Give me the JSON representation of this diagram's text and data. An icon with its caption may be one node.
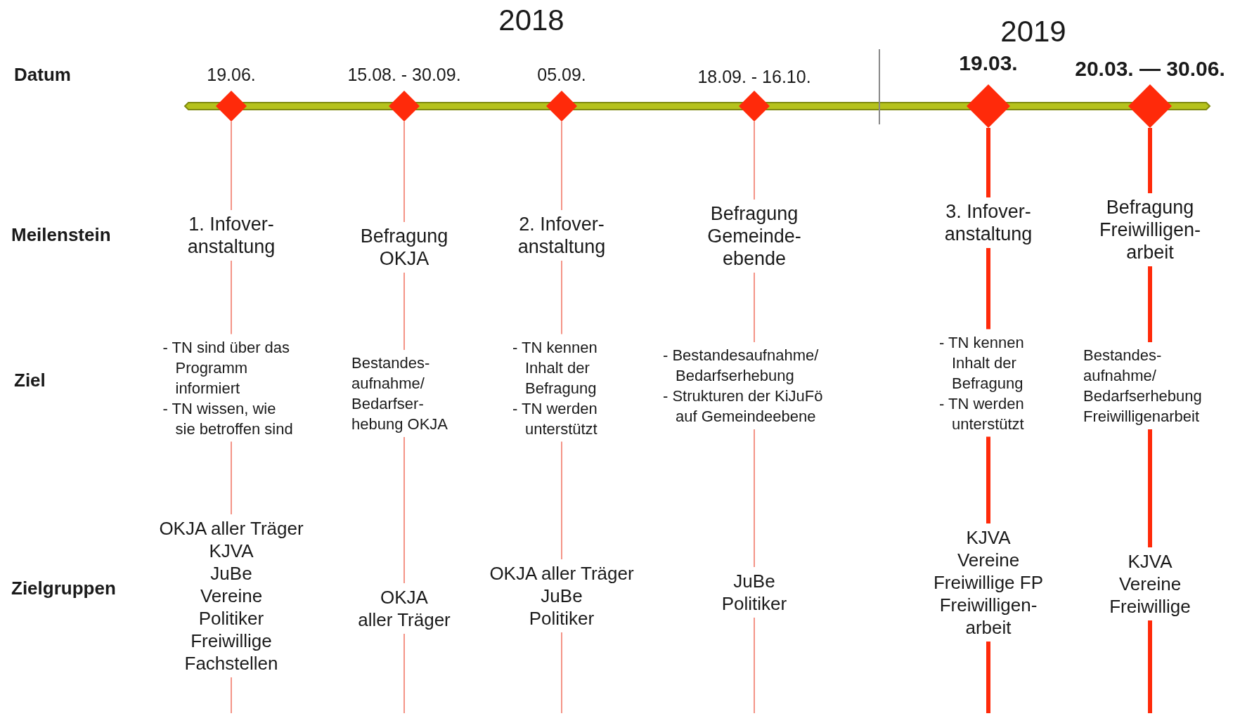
{
  "diagram": {
    "nodes": [
      {
        "text": [],
        "shape": "diamond",
        "beside": [
          "19.06."
        ]
      },
      {
        "text": [
          "1. Infover- anstaltung"
        ]
      },
      {
        "text": [
          "- TN sind über das Programm informiert",
          "- TN wissen, wie sie betroffen sind"
        ]
      },
      {
        "text": [
          "OKJA aller Träger",
          "KJVA",
          "JuBe",
          "Vereine",
          "Politiker",
          "Freiwillige",
          "Fachstellen"
        ]
      },
      {
        "text": [],
        "shape": "diamond",
        "beside": [
          "15.08. - 30.09."
        ]
      },
      {
        "text": [
          "Befragung OKJA"
        ]
      },
      {
        "text": [
          "Bestandes- aufnahme/ Bedarfser- hebung OKJA"
        ]
      },
      {
        "text": [
          "OKJA",
          "aller Träger"
        ]
      },
      {
        "text": [],
        "shape": "diamond",
        "beside": [
          "05.09."
        ]
      },
      {
        "text": [
          "2. Infover- anstaltung"
        ]
      },
      {
        "text": [
          "- TN kennen Inhalt der Befragung",
          "- TN werden unterstützt"
        ]
      },
      {
        "text": [
          "OKJA aller Träger",
          "JuBe",
          "Politiker"
        ]
      },
      {
        "text": [],
        "shape": "diamond",
        "beside": [
          "18.09. - 16.10."
        ]
      },
      {
        "text": [
          "Befragung Gemeinde- ebende"
        ]
      },
      {
        "text": [
          "- Bestandesaufnahme/ Bedarfserhebung",
          "- Strukturen der KiJuFö auf Gemeindeebene"
        ]
      },
      {
        "text": [
          "JuBe",
          "Politiker"
        ]
      },
      {
        "text": [],
        "shape": "diamond",
        "beside": [
          "19.03."
        ]
      },
      {
        "text": [
          "3. Infover- anstaltung"
        ]
      },
      {
        "text": [
          "- TN kennen Inhalt der Befragung",
          "- TN werden unterstützt"
        ]
      },
      {
        "text": [
          "KJVA",
          "Vereine",
          "Freiwillige FP",
          "Freiwilligen- arbeit"
        ]
      },
      {
        "text": [],
        "shape": "diamond",
        "beside": [
          "20.03. — 30.06."
        ]
      },
      {
        "text": [
          "Befragung Freiwilligen- arbeit"
        ]
      },
      {
        "text": [
          "Bestandes- aufnahme/ Bedarfserhebung Freiwilligenarbeit"
        ]
      },
      {
        "text": [
          "KJVA",
          "Vereine",
          "Freiwillige"
        ]
      }
    ],
    "edges": [
      {
        "from": 0,
        "to": 1,
        "arrow": "none"
      },
      {
        "from": 1,
        "to": 2,
        "arrow": "none"
      },
      {
        "from": 2,
        "to": 3,
        "arrow": "none"
      },
      {
        "from": 3,
        "to": null,
        "arrow": "none"
      },
      {
        "from": 4,
        "to": 5,
        "arrow": "none"
      },
      {
        "from": 5,
        "to": 6,
        "arrow": "none"
      },
      {
        "from": 6,
        "to": 7,
        "arrow": "none"
      },
      {
        "from": 7,
        "to": null,
        "arrow": "none"
      },
      {
        "from": 8,
        "to": 9,
        "arrow": "none"
      },
      {
        "from": 9,
        "to": 10,
        "arrow": "none"
      },
      {
        "from": 10,
        "to": 11,
        "arrow": "none"
      },
      {
        "from": 11,
        "to": null,
        "arrow": "none"
      },
      {
        "from": 12,
        "to": 13,
        "arrow": "none"
      },
      {
        "from": 13,
        "to": 14,
        "arrow": "none"
      },
      {
        "from": 14,
        "to": 15,
        "arrow": "none"
      },
      {
        "from": 15,
        "to": null,
        "arrow": "none"
      },
      {
        "from": 16,
        "to": 17,
        "arrow": "none",
        "style": "thick"
      },
      {
        "from": 17,
        "to": 18,
        "arrow": "none",
        "style": "thick"
      },
      {
        "from": 18,
        "to": 19,
        "arrow": "none",
        "style": "thick"
      },
      {
        "from": 19,
        "to": null,
        "arrow": "none",
        "style": "thick"
      },
      {
        "from": 20,
        "to": 21,
        "arrow": "none",
        "style": "thick"
      },
      {
        "from": 21,
        "to": 22,
        "arrow": "none",
        "style": "thick"
      },
      {
        "from": 22,
        "to": 23,
        "arrow": "none",
        "style": "thick"
      },
      {
        "from": 23,
        "to": null,
        "arrow": "none",
        "style": "thick"
      }
    ],
    "labels": [
      "2018",
      "2019",
      "Datum",
      "Meilenstein",
      "Ziel",
      "Zielgruppen"
    ]
  }
}
